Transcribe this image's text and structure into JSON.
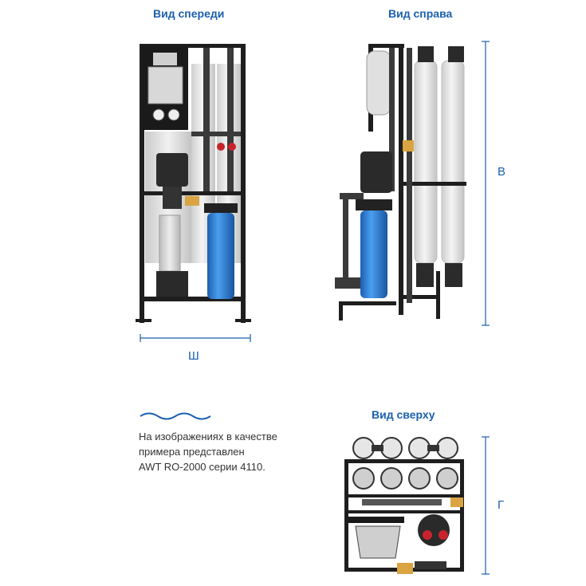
{
  "views": {
    "front": {
      "title": "Вид спереди"
    },
    "right": {
      "title": "Вид справа"
    },
    "top": {
      "title": "Вид сверху"
    }
  },
  "dimensions": {
    "width": {
      "label": "Ш"
    },
    "height": {
      "label": "В"
    },
    "depth": {
      "label": "Г"
    }
  },
  "caption": {
    "lines": [
      "На изображениях в качестве",
      "примера представлен",
      "AWT RO-2000 серии 4110."
    ]
  },
  "colors": {
    "accent": "#1b5fae",
    "frame": "#1e1e1e",
    "filter_blue": "#2f7fd6",
    "membrane": "#e6e6e6",
    "brass": "#d9a441",
    "valve_red": "#c8232c"
  }
}
